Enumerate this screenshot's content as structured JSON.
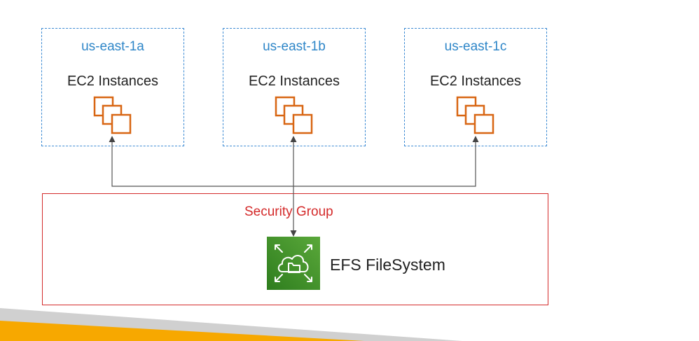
{
  "availability_zones": [
    {
      "name": "us-east-1a",
      "content": "EC2 Instances"
    },
    {
      "name": "us-east-1b",
      "content": "EC2 Instances"
    },
    {
      "name": "us-east-1c",
      "content": "EC2 Instances"
    }
  ],
  "security_group": {
    "label": "Security Group"
  },
  "efs": {
    "label": "EFS FileSystem"
  },
  "colors": {
    "az_border": "#3b8ad3",
    "az_text": "#2e86c8",
    "security_group": "#d42a2a",
    "ec2_icon": "#d86613",
    "efs_icon": "#3f8624",
    "connector": "#555555",
    "footer_stripe": "#f7a800"
  },
  "icons": [
    "ec2-instances-icon",
    "efs-filesystem-icon",
    "arrow-up-icon",
    "arrow-down-icon"
  ]
}
